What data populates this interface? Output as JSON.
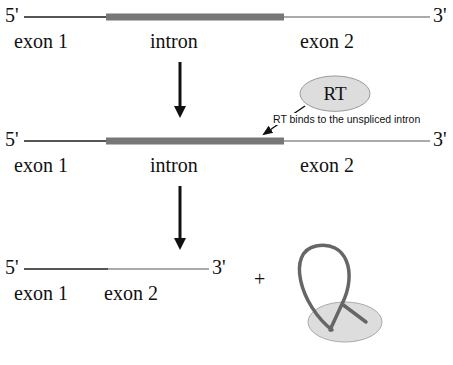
{
  "diagram": {
    "nodes": [
      {
        "text": [
          "RT"
        ]
      }
    ],
    "labels": [
      "5'",
      "3'",
      "exon 1",
      "intron",
      "exon 2",
      "RT binds to the unspliced intron",
      "5'",
      "3'",
      "exon 1",
      "intron",
      "exon 2",
      "5'",
      "3'",
      "+",
      "exon 1",
      "exon 2"
    ]
  }
}
